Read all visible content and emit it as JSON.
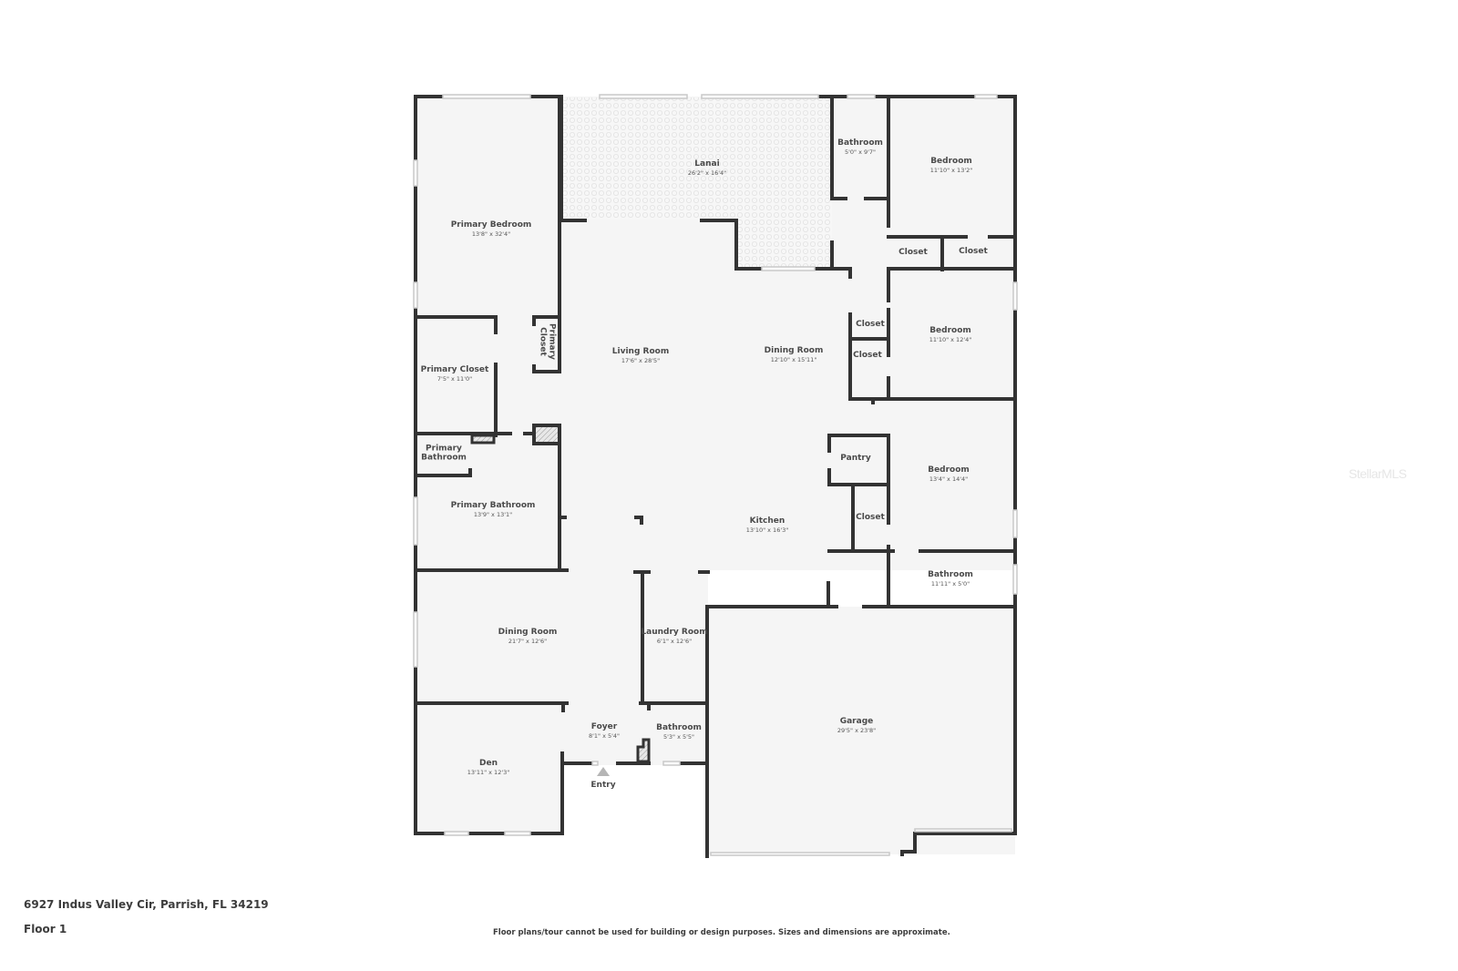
{
  "colors": {
    "wall": "#333333",
    "floor": "#f5f5f5",
    "window": "#d9d9d9",
    "lanai_pattern": "#e4e4e4",
    "background": "#ffffff"
  },
  "rooms": [
    {
      "id": "primary-bedroom",
      "name": "Primary Bedroom",
      "dim": "13'8\" x 32'4\""
    },
    {
      "id": "lanai",
      "name": "Lanai",
      "dim": "26'2\" x 16'4\""
    },
    {
      "id": "bathroom-1",
      "name": "Bathroom",
      "dim": "5'0\" x 9'7\""
    },
    {
      "id": "bedroom-1",
      "name": "Bedroom",
      "dim": "11'10\" x 13'2\""
    },
    {
      "id": "closet-1",
      "name": "Closet",
      "dim": ""
    },
    {
      "id": "closet-2",
      "name": "Closet",
      "dim": ""
    },
    {
      "id": "primary-closet-small",
      "name": "Primary Closet",
      "dim": ""
    },
    {
      "id": "living-room",
      "name": "Living Room",
      "dim": "17'6\" x 28'5\""
    },
    {
      "id": "dining-room-1",
      "name": "Dining Room",
      "dim": "12'10\" x 15'11\""
    },
    {
      "id": "closet-3",
      "name": "Closet",
      "dim": ""
    },
    {
      "id": "closet-4",
      "name": "Closet",
      "dim": ""
    },
    {
      "id": "bedroom-2",
      "name": "Bedroom",
      "dim": "11'10\" x 12'4\""
    },
    {
      "id": "primary-closet",
      "name": "Primary Closet",
      "dim": "7'5\" x 11'0\""
    },
    {
      "id": "primary-bathroom-small",
      "name": "Primary Bathroom",
      "dim": ""
    },
    {
      "id": "primary-bathroom",
      "name": "Primary Bathroom",
      "dim": "13'9\" x 13'1\""
    },
    {
      "id": "pantry",
      "name": "Pantry",
      "dim": ""
    },
    {
      "id": "bedroom-3",
      "name": "Bedroom",
      "dim": "13'4\" x 14'4\""
    },
    {
      "id": "kitchen",
      "name": "Kitchen",
      "dim": "13'10\" x 16'3\""
    },
    {
      "id": "closet-5",
      "name": "Closet",
      "dim": ""
    },
    {
      "id": "bathroom-2",
      "name": "Bathroom",
      "dim": "11'11\" x 5'0\""
    },
    {
      "id": "dining-room-2",
      "name": "Dining Room",
      "dim": "21'7\" x 12'6\""
    },
    {
      "id": "laundry-room",
      "name": "Laundry Room",
      "dim": "6'1\" x 12'6\""
    },
    {
      "id": "garage",
      "name": "Garage",
      "dim": "29'5\" x 23'8\""
    },
    {
      "id": "foyer",
      "name": "Foyer",
      "dim": "8'1\" x 5'4\""
    },
    {
      "id": "bathroom-3",
      "name": "Bathroom",
      "dim": "5'3\" x 5'5\""
    },
    {
      "id": "den",
      "name": "Den",
      "dim": "13'11\" x 12'3\""
    }
  ],
  "entry": {
    "label": "Entry",
    "icon": "triangle-up-icon"
  },
  "footer": {
    "address": "6927 Indus Valley Cir, Parrish, FL 34219",
    "floor": "Floor 1",
    "disclaimer": "Floor plans/tour cannot be used for building or design purposes. Sizes and dimensions are approximate."
  },
  "watermark": "StellarMLS"
}
